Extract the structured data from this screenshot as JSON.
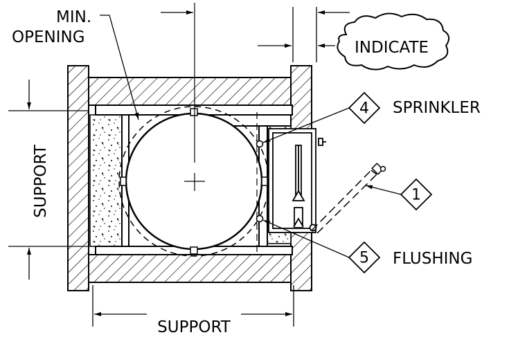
{
  "labels": {
    "min_opening_line1": "MIN.",
    "min_opening_line2": "OPENING",
    "indicate": "INDICATE",
    "sprinkler": "SPRINKLER",
    "flushing": "FLUSHING",
    "support_left": "SUPPORT",
    "support_bottom": "SUPPORT"
  },
  "callouts": {
    "sprinkler_number": "4",
    "flushing_number": "5",
    "item_1_number": "1"
  }
}
